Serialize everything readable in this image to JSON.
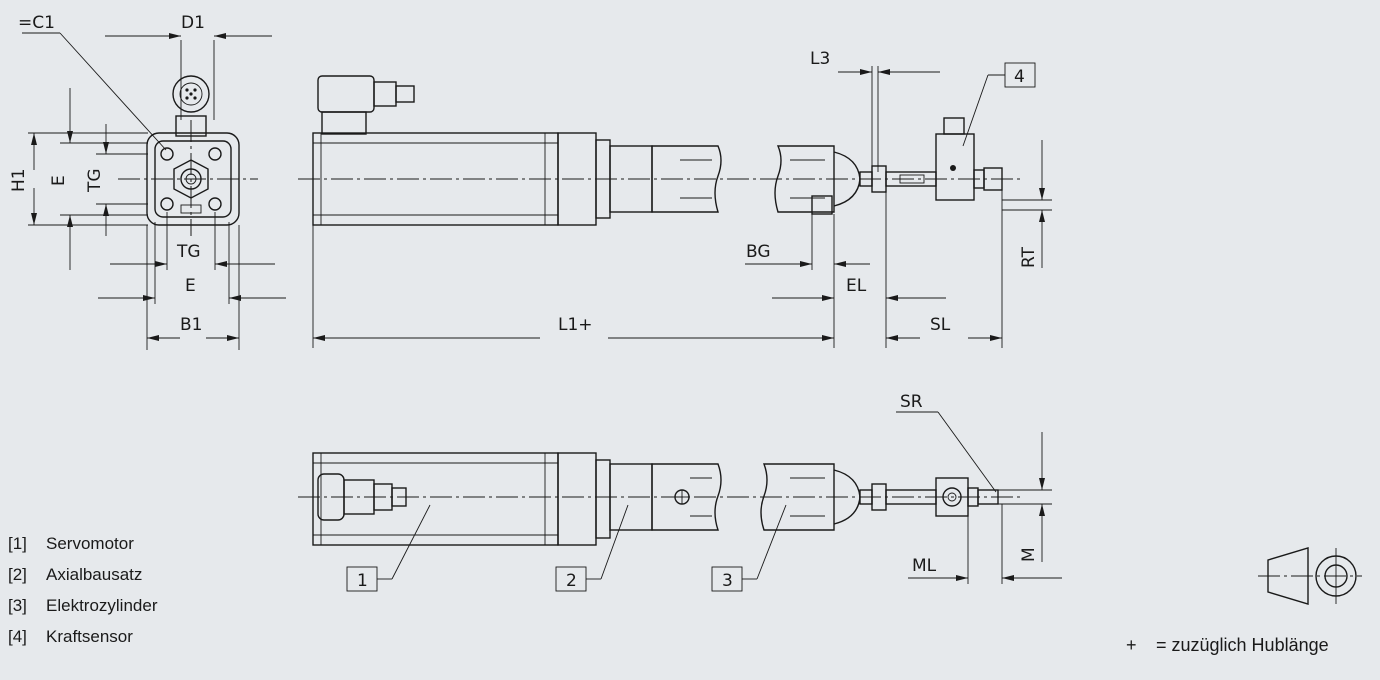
{
  "dimension_labels": {
    "d1": "D1",
    "c1": "=C1",
    "h1": "H1",
    "e_vertical": "E",
    "tg_vertical": "TG",
    "tg_horizontal": "TG",
    "e_horizontal": "E",
    "b1": "B1",
    "l1": "L1+",
    "l3": "L3",
    "bg": "BG",
    "el": "EL",
    "sl": "SL",
    "rt": "RT",
    "sr": "SR",
    "ml": "ML",
    "m": "M"
  },
  "callouts": [
    "1",
    "2",
    "3",
    "4"
  ],
  "legend": [
    {
      "num": "[1]",
      "label": "Servomotor"
    },
    {
      "num": "[2]",
      "label": "Axialbausatz"
    },
    {
      "num": "[3]",
      "label": "Elektrozylinder"
    },
    {
      "num": "[4]",
      "label": "Kraftsensor"
    }
  ],
  "footnote": {
    "symbol": "+",
    "text": "= zuzüglich Hublänge"
  },
  "projection_symbol": "first-angle-projection-icon",
  "colors": {
    "background": "#e6e9ec",
    "ink": "#1a1a1a"
  }
}
